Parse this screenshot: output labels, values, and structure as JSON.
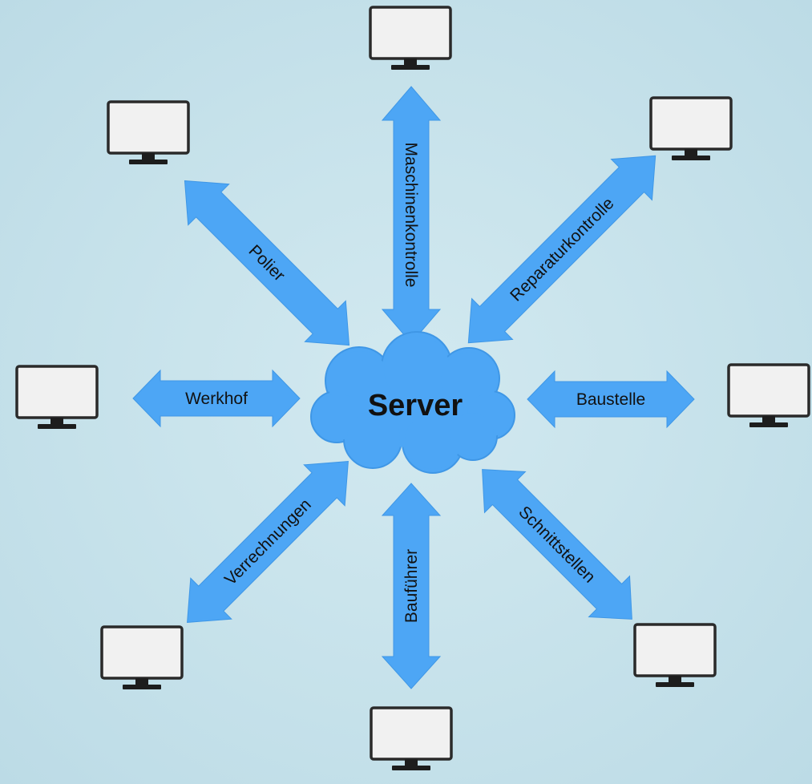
{
  "server": {
    "label": "Server"
  },
  "connections": [
    {
      "id": "polier",
      "label": "Polier"
    },
    {
      "id": "maschinenkontrolle",
      "label": "Maschinenkontrolle"
    },
    {
      "id": "reparaturkontrolle",
      "label": "Reparaturkontrolle"
    },
    {
      "id": "werkhof",
      "label": "Werkhof"
    },
    {
      "id": "baustelle",
      "label": "Baustelle"
    },
    {
      "id": "verrechnungen",
      "label": "Verrechnungen"
    },
    {
      "id": "baufuehrer",
      "label": "Bauführer"
    },
    {
      "id": "schnittstellen",
      "label": "Schnittstellen"
    }
  ],
  "colors": {
    "arrow": "#4da6f5",
    "cloud": "#4da6f5",
    "background": "#c6e2ea",
    "monitor_screen": "#f1f1f1",
    "monitor_frame": "#2a2a2a"
  },
  "icons": {
    "terminal": "monitor-icon",
    "server": "cloud-icon"
  }
}
